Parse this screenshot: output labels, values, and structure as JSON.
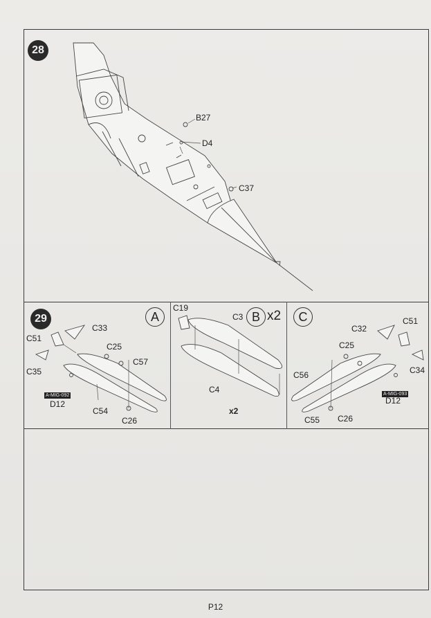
{
  "page_number": "P12",
  "step28": {
    "number": "28",
    "parts": [
      "B27",
      "D4",
      "C37"
    ]
  },
  "step29": {
    "number": "29",
    "sub_a": {
      "letter": "A",
      "parts": [
        "C33",
        "C51",
        "C25",
        "C57",
        "C35",
        "D12",
        "C54",
        "C26"
      ],
      "decal": "A-MIG-092"
    },
    "sub_b": {
      "letter": "B",
      "multiplier": "x2",
      "parts": [
        "C19",
        "C3",
        "C4"
      ],
      "bottom_multiplier": "x2"
    },
    "sub_c": {
      "letter": "C",
      "parts": [
        "C32",
        "C51",
        "C25",
        "C34",
        "C56",
        "D12",
        "C55",
        "C26"
      ],
      "decal": "A-MIG-093"
    }
  }
}
